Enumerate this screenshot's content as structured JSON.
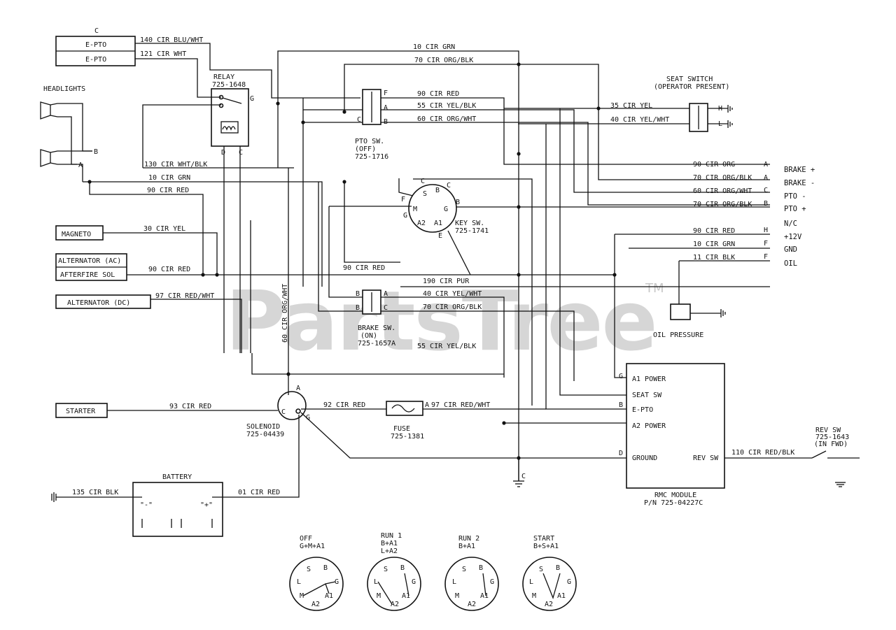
{
  "watermark": {
    "text": "PartsTree",
    "tm": "TM"
  },
  "components": {
    "eptoC": "C",
    "epto1": "E-PTO",
    "epto2": "E-PTO",
    "headlights": "HEADLIGHTS",
    "relay": "RELAY",
    "relayPn": "725-1648",
    "magneto": "MAGNETO",
    "altAc": "ALTERNATOR (AC)",
    "afterfire": "AFTERFIRE SOL",
    "altDc": "ALTERNATOR (DC)",
    "starter": "STARTER",
    "solenoid": "SOLENOID",
    "solenoidPn": "725-04439",
    "battery": "BATTERY",
    "batNeg": "\"-\"",
    "batPos": "\"+\"",
    "fuse": "FUSE",
    "fusePn": "725-1381",
    "ptoSw": "PTO SW.",
    "ptoOff": "(OFF)",
    "ptoPn": "725-1716",
    "keySw": "KEY SW.",
    "keyPn": "725-1741",
    "brakeSw": "BRAKE SW.",
    "brakeOn": "(ON)",
    "brakePn": "725-1657A",
    "seatSwitch": "SEAT SWITCH",
    "seatSub": "(OPERATOR PRESENT)",
    "oilPressure": "OIL PRESSURE",
    "rmcModule": "RMC MODULE",
    "rmcPn": "P/N 725-04227C",
    "revSw": "REV SW",
    "revPn": "725-1643",
    "revFwd": "(IN FWD)"
  },
  "wires": {
    "w140": "140 CIR BLU/WHT",
    "w121": "121 CIR WHT",
    "w10a": "10 CIR GRN",
    "w70a": "70 CIR ORG/BLK",
    "w90a": "90 CIR RED",
    "w55a": "55 CIR YEL/BLK",
    "w60a": "60 CIR ORG/WHT",
    "w35": "35 CIR YEL",
    "w40a": "40 CIR YEL/WHT",
    "w130": "130 CIR WHT/BLK",
    "w10b": "10 CIR GRN",
    "w90b": "90 CIR RED",
    "w30": "30 CIR YEL",
    "w90c": "90 CIR RED",
    "w97a": "97 CIR RED/WHT",
    "w60v": "60 CIR ORG/WHT",
    "w90d": "90 CIR RED",
    "w190": "190 CIR PUR",
    "w40b": "40 CIR YEL/WHT",
    "w70b": "70 CIR ORG/BLK",
    "w55b": "55 CIR YEL/BLK",
    "w93": "93 CIR RED",
    "w92": "92 CIR RED",
    "w97b": "97 CIR RED/WHT",
    "w135": "135 CIR BLK",
    "w01": "01 CIR RED",
    "w110": "110 CIR RED/BLK",
    "r1": "90 CIR ORG",
    "r2": "70 CIR ORG/BLK",
    "r3": "60 CIR ORG/WHT",
    "r4": "70 CIR ORG/BLK",
    "r5": "90 CIR RED",
    "r6": "10 CIR GRN",
    "r7": "11 CIR BLK"
  },
  "connector": {
    "letters": [
      "A",
      "A",
      "C",
      "B",
      "H",
      "F",
      "F"
    ],
    "labels": [
      "BRAKE +",
      "BRAKE -",
      "PTO -",
      "PTO +",
      "N/C",
      "+12V",
      "GND",
      "OIL"
    ]
  },
  "rmc": {
    "p1": "A1 POWER",
    "p2": "SEAT SW",
    "p3": "E-PTO",
    "p4": "A2 POWER",
    "p5": "GROUND",
    "p6": "REV SW"
  },
  "states": [
    {
      "name": "OFF",
      "combo": "G+M+A1",
      "combo2": ""
    },
    {
      "name": "RUN 1",
      "combo": "B+A1",
      "combo2": "L+A2"
    },
    {
      "name": "RUN 2",
      "combo": "B+A1",
      "combo2": ""
    },
    {
      "name": "START",
      "combo": "B+S+A1",
      "combo2": ""
    }
  ],
  "keyPins": {
    "S": "S",
    "B": "B",
    "G": "G",
    "L": "L",
    "M": "M",
    "A1": "A1",
    "A2": "A2",
    "C": "C",
    "F": "F",
    "E": "E"
  },
  "pins": {
    "A": "A",
    "B": "B",
    "C": "C",
    "D": "D",
    "E": "E",
    "F": "F",
    "G": "G",
    "H": "H",
    "L": "L"
  }
}
